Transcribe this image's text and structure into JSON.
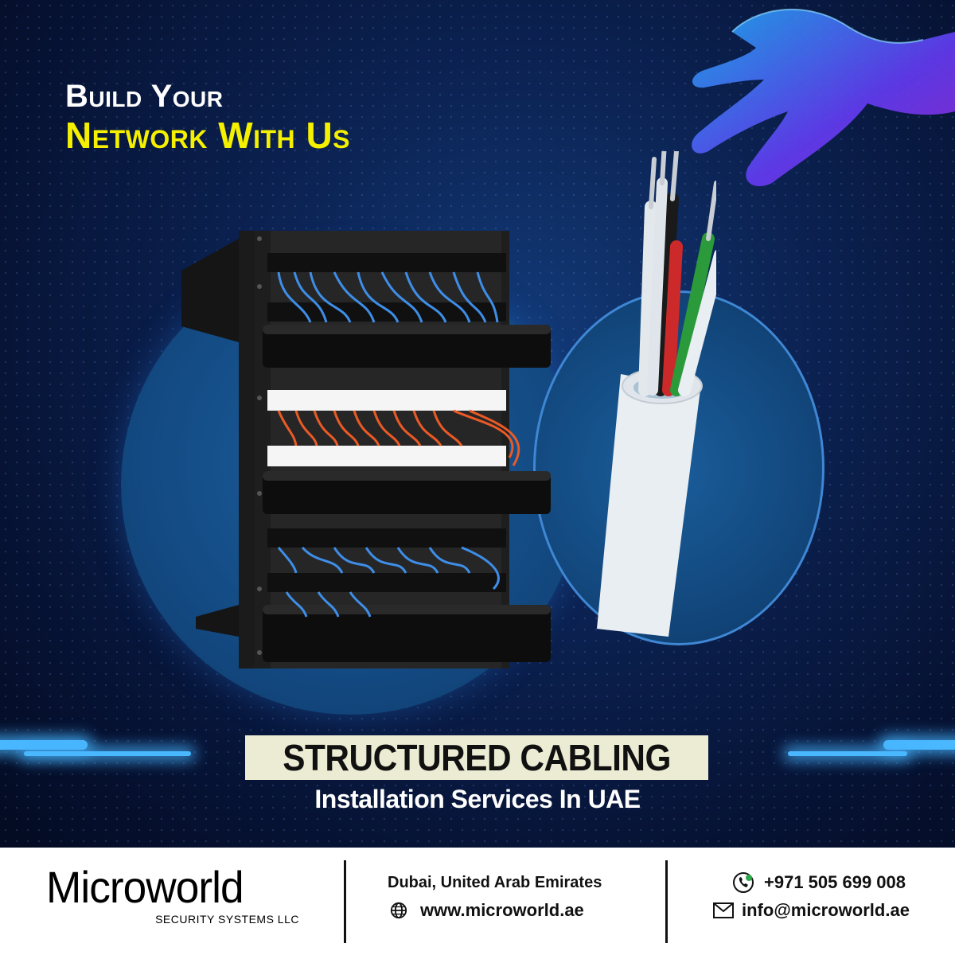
{
  "headline": {
    "line1": "Build Your",
    "line2": "Network With Us"
  },
  "service": {
    "title": "STRUCTURED CABLING",
    "subtitle": "Installation Services In UAE"
  },
  "footer": {
    "brand_name": "Microworld",
    "brand_sub": "SECURITY SYSTEMS LLC",
    "location": "Dubai, United Arab Emirates",
    "website": "www.microworld.ae",
    "phone": "+971 505 699 008",
    "email": "info@microworld.ae"
  },
  "colors": {
    "background": "#0a1530",
    "headline_accent": "#f4f000",
    "title_box": "#ecebd3",
    "footer_bg": "#ffffff"
  },
  "icons": [
    "globe-icon",
    "phone-icon",
    "mail-icon"
  ]
}
